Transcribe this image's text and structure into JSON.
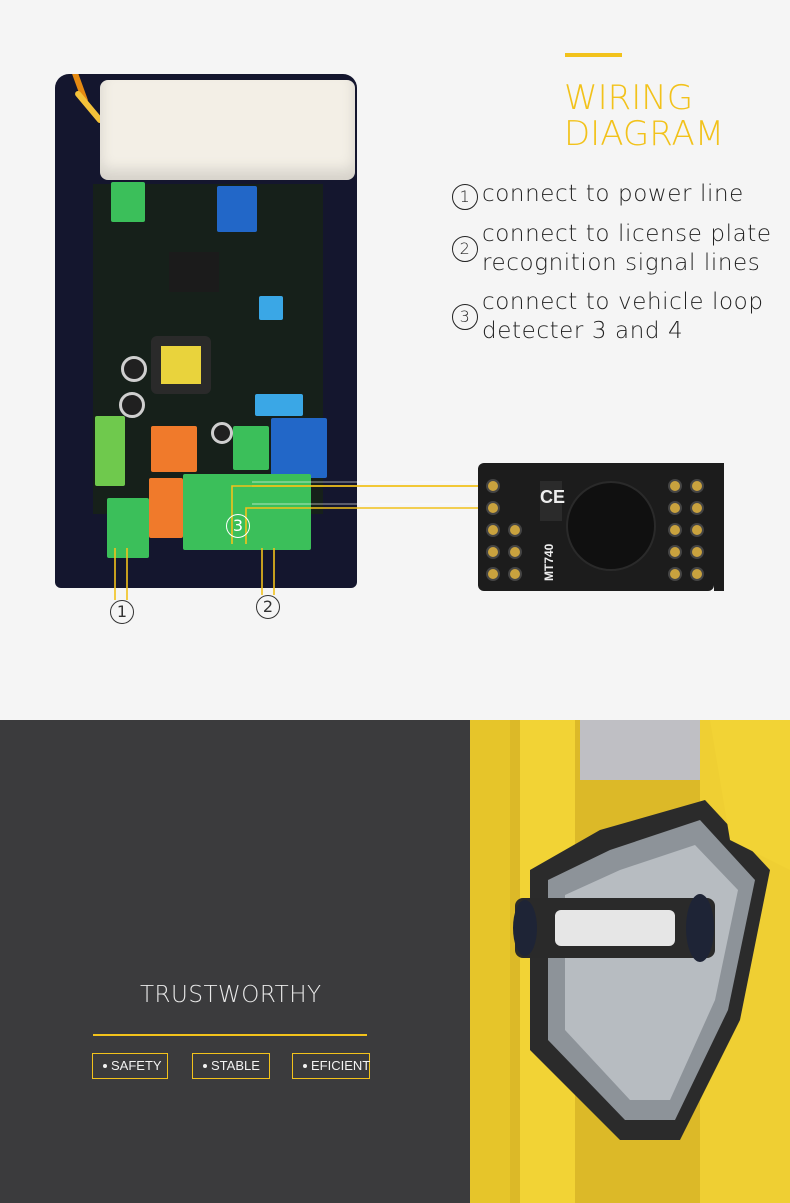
{
  "wiring": {
    "title_line1": "WIRING",
    "title_line2": "DIAGRAM",
    "steps": [
      {
        "num": "1",
        "text": "connect to power line"
      },
      {
        "num": "2",
        "text": "connect to license plate recognition signal lines"
      },
      {
        "num": "3",
        "text": "connect to vehicle loop detecter 3 and 4"
      }
    ],
    "callouts": [
      "1",
      "2",
      "3"
    ]
  },
  "relay": {
    "brand_mark": "CE",
    "model": "MT740"
  },
  "trust": {
    "heading": "TRUSTWORTHY",
    "features": [
      "SAFETY",
      "STABLE",
      "EFICIENT"
    ]
  },
  "colors": {
    "accent": "#f2c21b",
    "dark_panel": "#3b3b3d",
    "box": "#14162e"
  }
}
